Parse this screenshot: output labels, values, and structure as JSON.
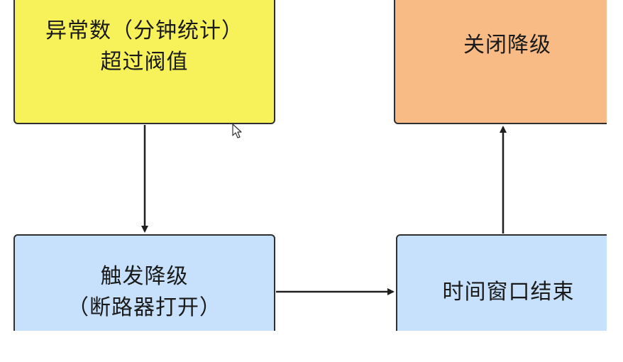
{
  "nodes": {
    "threshold": {
      "lines": [
        "异常数（分钟统计）",
        "超过阀值"
      ],
      "color": "#f7f25a"
    },
    "close": {
      "lines": [
        "关闭降级"
      ],
      "color": "#f8bb86"
    },
    "trigger": {
      "lines": [
        "触发降级",
        "（断路器打开）"
      ],
      "color": "#c7e0fb"
    },
    "window": {
      "lines": [
        "时间窗口结束"
      ],
      "color": "#c7e0fb"
    }
  },
  "edges": [
    {
      "from": "threshold",
      "to": "trigger"
    },
    {
      "from": "trigger",
      "to": "window"
    },
    {
      "from": "window",
      "to": "close"
    }
  ],
  "icons": {
    "cursor": "mouse-pointer-icon"
  }
}
